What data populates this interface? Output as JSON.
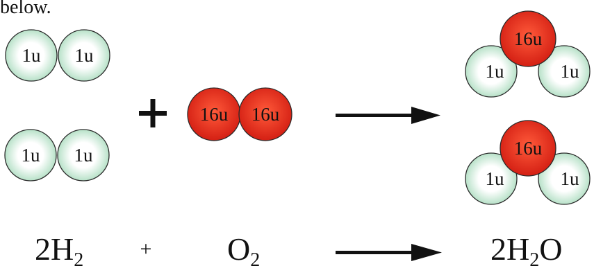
{
  "caption": "below.",
  "colors": {
    "hydrogen_center": "#ffffff",
    "hydrogen_edge": "#a9dbbd",
    "oxygen_center": "#ff4a2e",
    "oxygen_edge": "#d01a10",
    "stroke": "#2a2a2a",
    "text": "#111111"
  },
  "hydrogen_label": "1u",
  "oxygen_label": "16u",
  "operator": "+",
  "equation": {
    "h2_coef": "2H",
    "h2_sub": "2",
    "plus": "+",
    "o2_main": "O",
    "o2_sub": "2",
    "water_coef": "2H",
    "water_sub": "2",
    "water_tail": "O"
  }
}
